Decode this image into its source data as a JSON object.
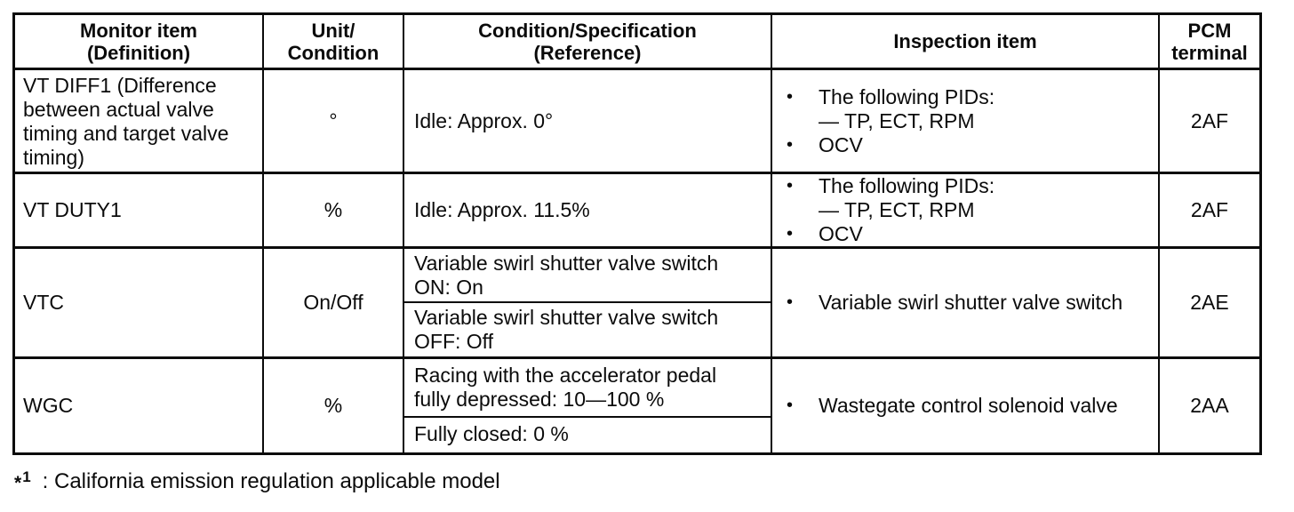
{
  "colors": {
    "ink": "#0b0b0b",
    "paper": "#ffffff"
  },
  "table": {
    "bullet": "•",
    "columns": [
      "Monitor item\n(Definition)",
      "Unit/\nCondition",
      "Condition/Specification\n(Reference)",
      "Inspection item",
      "PCM\nterminal"
    ],
    "rows": [
      {
        "monitor": "VT DIFF1 (Difference between actual valve timing and target valve timing)",
        "unit": "°",
        "conditions": [
          "Idle: Approx. 0°"
        ],
        "inspection": [
          {
            "text": "The following PIDs:",
            "sub": "— TP, ECT, RPM"
          },
          {
            "text": "OCV"
          }
        ],
        "terminal": "2AF"
      },
      {
        "monitor": "VT DUTY1",
        "unit": "%",
        "conditions": [
          "Idle: Approx. 11.5%"
        ],
        "inspection": [
          {
            "text": "The following PIDs:",
            "sub": "— TP, ECT, RPM"
          },
          {
            "text": "OCV"
          }
        ],
        "terminal": "2AF"
      },
      {
        "monitor": "VTC",
        "unit": "On/Off",
        "conditions": [
          "Variable swirl shutter valve switch ON: On",
          "Variable swirl shutter valve switch OFF: Off"
        ],
        "inspection": [
          {
            "text": "Variable swirl shutter valve switch"
          }
        ],
        "terminal": "2AE"
      },
      {
        "monitor": "WGC",
        "unit": "%",
        "conditions": [
          "Racing with the accelerator pedal fully depressed: 10—100 %",
          "Fully closed: 0 %"
        ],
        "inspection": [
          {
            "text": "Wastegate control solenoid valve"
          }
        ],
        "terminal": "2AA"
      }
    ]
  },
  "footnote": {
    "star": "*",
    "sup": "1",
    "text": ": California emission regulation applicable model"
  }
}
